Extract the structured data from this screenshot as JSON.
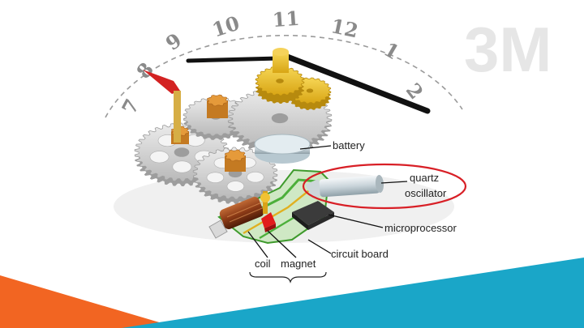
{
  "watermark": "3M",
  "dial_numbers": [
    "7",
    "8",
    "9",
    "10",
    "11",
    "12",
    "1",
    "2"
  ],
  "labels": {
    "battery": "battery",
    "quartz_line1": "quartz",
    "quartz_line2": "oscillator",
    "microprocessor": "microprocessor",
    "circuit_board": "circuit board",
    "coil": "coil",
    "magnet": "magnet"
  },
  "colors": {
    "highlight_ellipse": "#d81f26",
    "accent_orange": "#f26522",
    "accent_cyan": "#1aa6c8",
    "dial_text": "#8a8a8a",
    "gear_gray": "#d2d2d2",
    "gear_gold": "#e8b820",
    "pinion_orange": "#d98b2b",
    "circuit_green": "#4caf3a"
  }
}
